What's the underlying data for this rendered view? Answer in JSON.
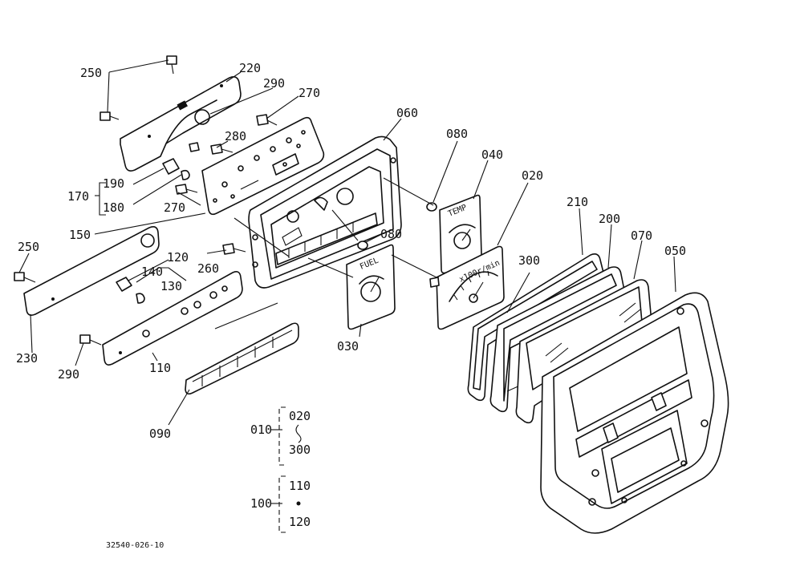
{
  "labels": {
    "p250a": "250",
    "p220": "220",
    "p290a": "290",
    "p270a": "270",
    "p060": "060",
    "p080a": "080",
    "p040": "040",
    "p020": "020",
    "p210": "210",
    "p200": "200",
    "p070": "070",
    "p050": "050",
    "p280": "280",
    "p190": "190",
    "p170": "170",
    "p180": "180",
    "p270b": "270",
    "p150": "150",
    "p250b": "250",
    "p120": "120",
    "p140": "140",
    "p130": "130",
    "p260": "260",
    "p080b": "080",
    "p300": "300",
    "p230": "230",
    "p290b": "290",
    "p110": "110",
    "p030": "030",
    "p090": "090",
    "p010": "010",
    "p020r": "020",
    "p300r": "300",
    "p100": "100",
    "p110r": "110",
    "p120r": "120"
  },
  "drawing_number": "32540-026-10",
  "gauge_text": {
    "temp": "TEMP",
    "fuel": "FUEL",
    "tach": "x100r/min"
  }
}
